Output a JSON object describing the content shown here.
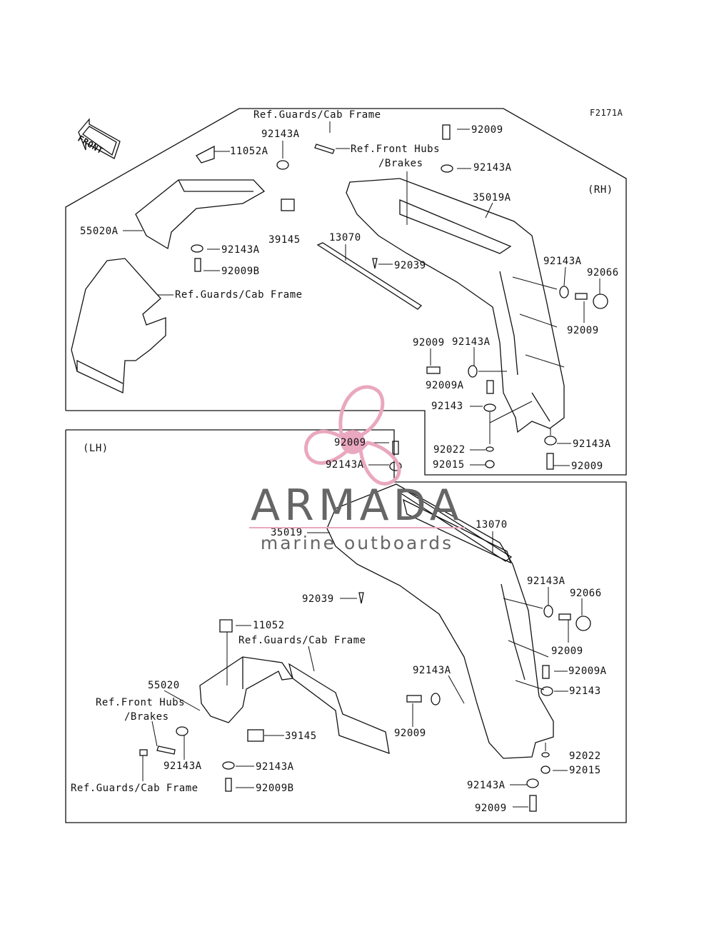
{
  "diagram": {
    "code": "F2171A",
    "front_marker": "FRONT",
    "rh_panel": {
      "side": "(RH)",
      "labels": {
        "ref_guards_top": "Ref.Guards/Cab Frame",
        "p92009_top": "92009",
        "p92143a_1": "92143A",
        "p11052a": "11052A",
        "ref_front_hubs": "Ref.Front Hubs",
        "brakes": "/Brakes",
        "p92143a_2": "92143A",
        "p35019a": "35019A",
        "p55020a": "55020A",
        "p39145": "39145",
        "p13070": "13070",
        "p92143a_3": "92143A",
        "p92039": "92039",
        "p92009b": "92009B",
        "ref_guards_left": "Ref.Guards/Cab Frame",
        "p92143a_4": "92143A",
        "p92066": "92066",
        "p92009_right": "92009",
        "p92009_mid": "92009",
        "p92143a_5": "92143A",
        "p92009a": "92009A",
        "p92143": "92143",
        "p92022": "92022",
        "p92015": "92015",
        "p92143a_6": "92143A",
        "p92009_bottom": "92009"
      }
    },
    "lh_panel": {
      "side": "(LH)",
      "labels": {
        "p92009_top": "92009",
        "p92143a_top": "92143A",
        "p35019": "35019",
        "p13070": "13070",
        "p92143a_r": "92143A",
        "p92066": "92066",
        "p92039": "92039",
        "p92009_r": "92009",
        "p11052": "11052",
        "ref_guards_mid": "Ref.Guards/Cab Frame",
        "p92143a_mid": "92143A",
        "p92009a": "92009A",
        "p55020": "55020",
        "p92143": "92143",
        "ref_front_hubs": "Ref.Front Hubs",
        "brakes": "/Brakes",
        "p92009_mid": "92009",
        "p39145": "39145",
        "p92022": "92022",
        "p92143a_a": "92143A",
        "p92143a_b": "92143A",
        "p92015": "92015",
        "ref_guards_bottom": "Ref.Guards/Cab Frame",
        "p92009b": "92009B",
        "p92143a_c": "92143A",
        "p92009_bottom": "92009"
      }
    }
  },
  "watermark": {
    "brand": "ARMADA",
    "tagline": "marine outboards",
    "color": "#e9a8bf",
    "text_color": "#666666"
  }
}
